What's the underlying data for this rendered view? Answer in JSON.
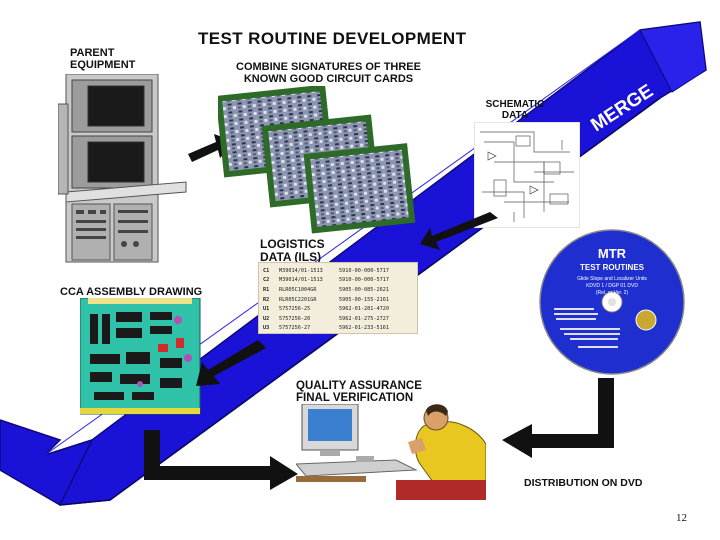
{
  "title": "TEST ROUTINE DEVELOPMENT",
  "parent_equipment": [
    "PARENT",
    "EQUIPMENT"
  ],
  "combine_signatures": [
    "COMBINE SIGNATURES OF THREE",
    "KNOWN GOOD CIRCUIT CARDS"
  ],
  "schematic_data": [
    "SCHEMATIC",
    "DATA"
  ],
  "merge": "MERGE",
  "logistics": [
    "LOGISTICS",
    "DATA (ILS)"
  ],
  "cca_drawing": "CCA ASSEMBLY DRAWING",
  "quality_assurance": [
    "QUALITY ASSURANCE",
    "FINAL VERIFICATION"
  ],
  "distribution": "DISTRIBUTION ON DVD",
  "page_number": "12",
  "ils_rows": [
    [
      "C1",
      "M39014/01-1513",
      "5910-00-000-5717"
    ],
    [
      "C2",
      "M39014/01-1513",
      "5910-00-000-5717"
    ],
    [
      "R1",
      "RLR05C1004GR",
      "5905-00-085-2621"
    ],
    [
      "R2",
      "RLR05C2201GR",
      "5905-00-155-2161"
    ],
    [
      "U1",
      "5757256-25",
      "5962-01-281-4720"
    ],
    [
      "U2",
      "5757256-20",
      "5962-01-275-2727"
    ],
    [
      "U3",
      "5757256-27",
      "5962-01-233-5161"
    ]
  ],
  "dvd": {
    "title": "MTR",
    "subtitle": "TEST ROUTINES",
    "lines": [
      "Glide Slope and Localizer Units",
      "KDVD 1 / DGP 01 DVD",
      "(Rel. or Ver. 2)"
    ]
  },
  "colors": {
    "band": "#1a12d6",
    "band_dark": "#0d0a7a",
    "arrow": "#111111",
    "card_border": "#2e6b28",
    "cca_board": "#2fc2a8"
  }
}
